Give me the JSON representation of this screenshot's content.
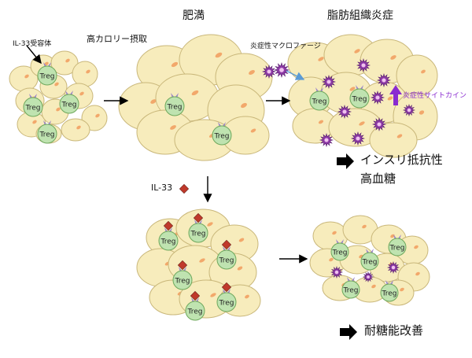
{
  "labels": {
    "il33_receptor": "IL-33受容体",
    "high_calorie": "高カロリー摂取",
    "obesity": "肥満",
    "adipose_inflammation": "脂肪組織炎症",
    "inflammatory_macrophage": "炎症性マクロファージ",
    "inflammatory_cytokine": "炎症性サイトカイン",
    "insulin_resistance": "インスリ抵抗性",
    "hyperglycemia": "高血糖",
    "il33": "IL-33",
    "glucose_tolerance": "耐糖能改善",
    "treg": "Treg"
  },
  "colors": {
    "adipocyte_fill": "#f7ecbc",
    "adipocyte_stroke": "#c9b77a",
    "nucleus": "#f2a86b",
    "treg_fill": "#bfe3b0",
    "treg_stroke": "#6ea85c",
    "receptor": "#9a86c8",
    "il33": "#c0392b",
    "macrophage": "#8e3aa8",
    "cytokine_arrow": "#8a2bd0",
    "macrophage_pointer": "#5b9bd5"
  }
}
